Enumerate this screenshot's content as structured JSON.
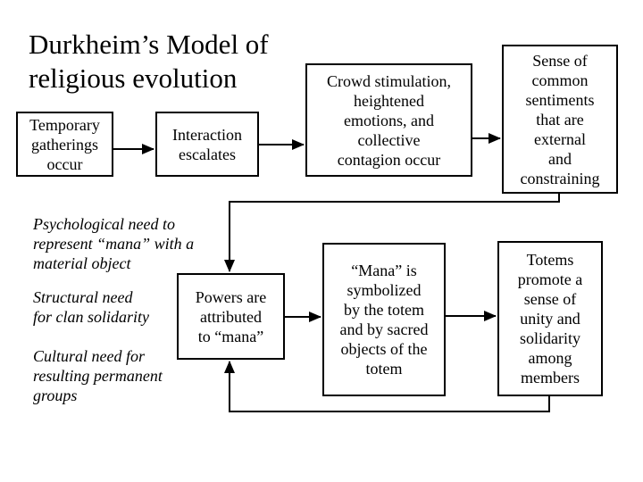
{
  "slide": {
    "title": "Durkheim’s Model of\nreligious evolution",
    "background_color": "#ffffff",
    "line_color": "#000000"
  },
  "boxes": [
    {
      "name": "temporary-gatherings",
      "text": "Temporary\ngatherings\noccur"
    },
    {
      "name": "interaction-escalates",
      "text": "Interaction\nescalates"
    },
    {
      "name": "crowd-stimulation",
      "text": "Crowd stimulation,\nheightened\nemotions, and\ncollective\ncontagion occur"
    },
    {
      "name": "sense-of-common-sentiments",
      "text": "Sense of\ncommon\nsentiments\nthat are\nexternal\nand\nconstraining"
    },
    {
      "name": "powers-attributed-to-mana",
      "text": "Powers are\nattributed\nto “mana”"
    },
    {
      "name": "mana-symbolized-by-totem",
      "text": "“Mana” is\nsymbolized\nby the totem\nand by sacred\nobjects of the\ntotem"
    },
    {
      "name": "totems-promote-solidarity",
      "text": "Totems\npromote a\nsense of\nunity and\nsolidarity\namong\nmembers"
    }
  ],
  "side_notes": [
    {
      "name": "psychological-need",
      "text": "Psychological need to\nrepresent “mana” with a\nmaterial object"
    },
    {
      "name": "structural-need",
      "text": "Structural need\nfor clan solidarity"
    },
    {
      "name": "cultural-need",
      "text": "Cultural need for\nresulting permanent\ngroups"
    }
  ]
}
